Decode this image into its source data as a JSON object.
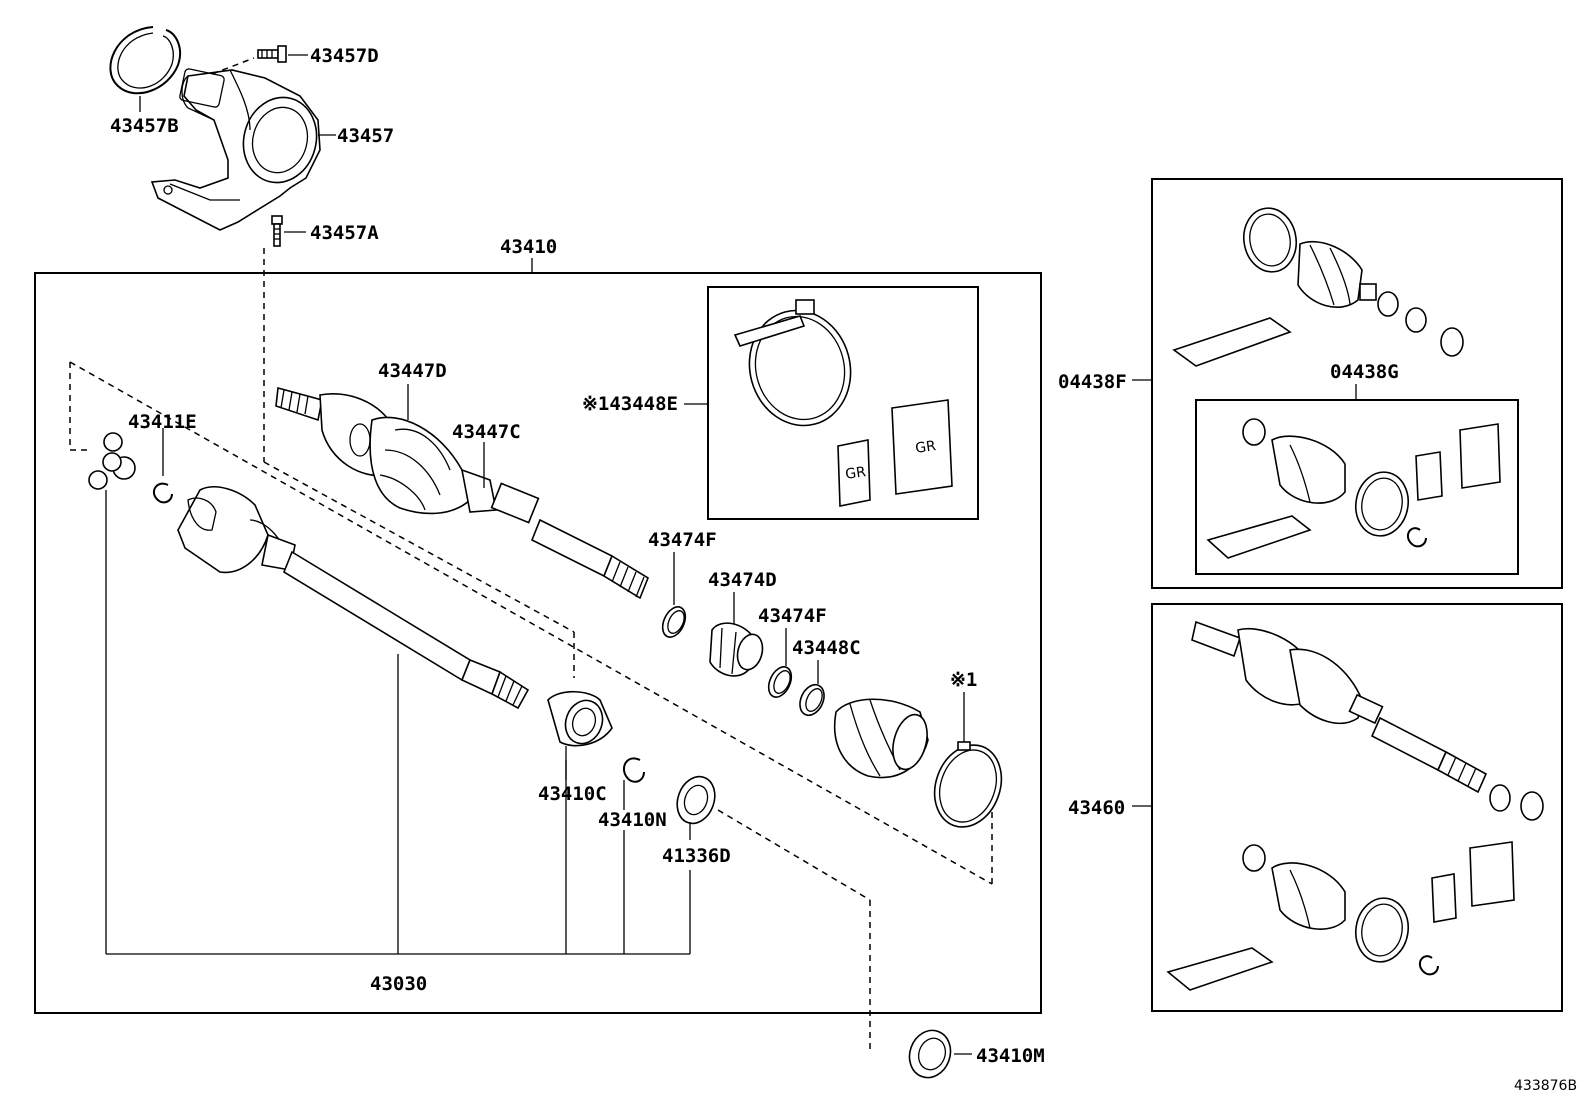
{
  "labels": {
    "l43457D": "43457D",
    "l43457B": "43457B",
    "l43457": "43457",
    "l43457A": "43457A",
    "l43410": "43410",
    "l43447D": "43447D",
    "l43447C": "43447C",
    "l43448E": "※143448E",
    "l43411E": "43411E",
    "l43474F_a": "43474F",
    "l43474D": "43474D",
    "l43474F_b": "43474F",
    "l43448C": "43448C",
    "l_note1": "※1",
    "l43410C": "43410C",
    "l43410N": "43410N",
    "l41336D": "41336D",
    "l43030": "43030",
    "l43410M": "43410M",
    "l04438F": "04438F",
    "l04438G": "04438G",
    "l43460": "43460"
  },
  "figure_id": "433876B"
}
